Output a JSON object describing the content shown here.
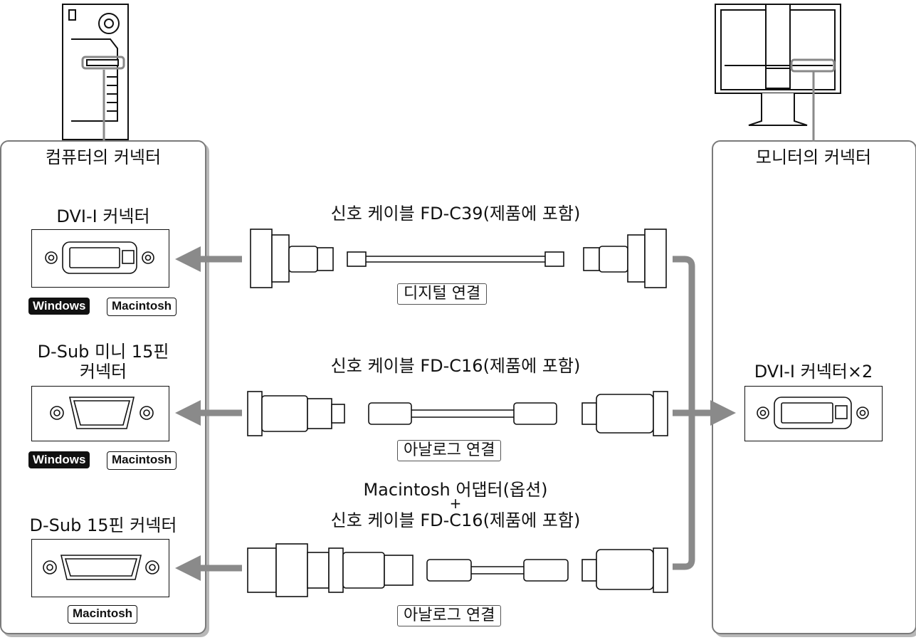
{
  "left_panel": {
    "title": "컴퓨터의 커넥터",
    "rows": [
      {
        "label": "DVI-I 커넥터",
        "badges": [
          "Windows",
          "Macintosh"
        ]
      },
      {
        "label_line1": "D-Sub 미니 15핀",
        "label_line2": "커넥터",
        "badges": [
          "Windows",
          "Macintosh"
        ]
      },
      {
        "label": "D-Sub 15핀 커넥터",
        "badges": [
          "Macintosh"
        ]
      }
    ]
  },
  "right_panel": {
    "title": "모니터의 커넥터",
    "connector_label": "DVI-I 커넥터×2"
  },
  "cables": [
    {
      "title": "신호 케이블 FD-C39(제품에 포함)",
      "connection": "디지털 연결"
    },
    {
      "title": "신호 케이블 FD-C16(제품에 포함)",
      "connection": "아날로그 연결"
    },
    {
      "title_line1": "Macintosh 어댑터(옵션)",
      "title_plus": "+",
      "title_line2": "신호 케이블 FD-C16(제품에 포함)",
      "connection": "아날로그 연결"
    }
  ],
  "colors": {
    "arrow": "#8a8a8a",
    "panel_border": "#7a7a7a",
    "badge_dark": "#111111"
  }
}
